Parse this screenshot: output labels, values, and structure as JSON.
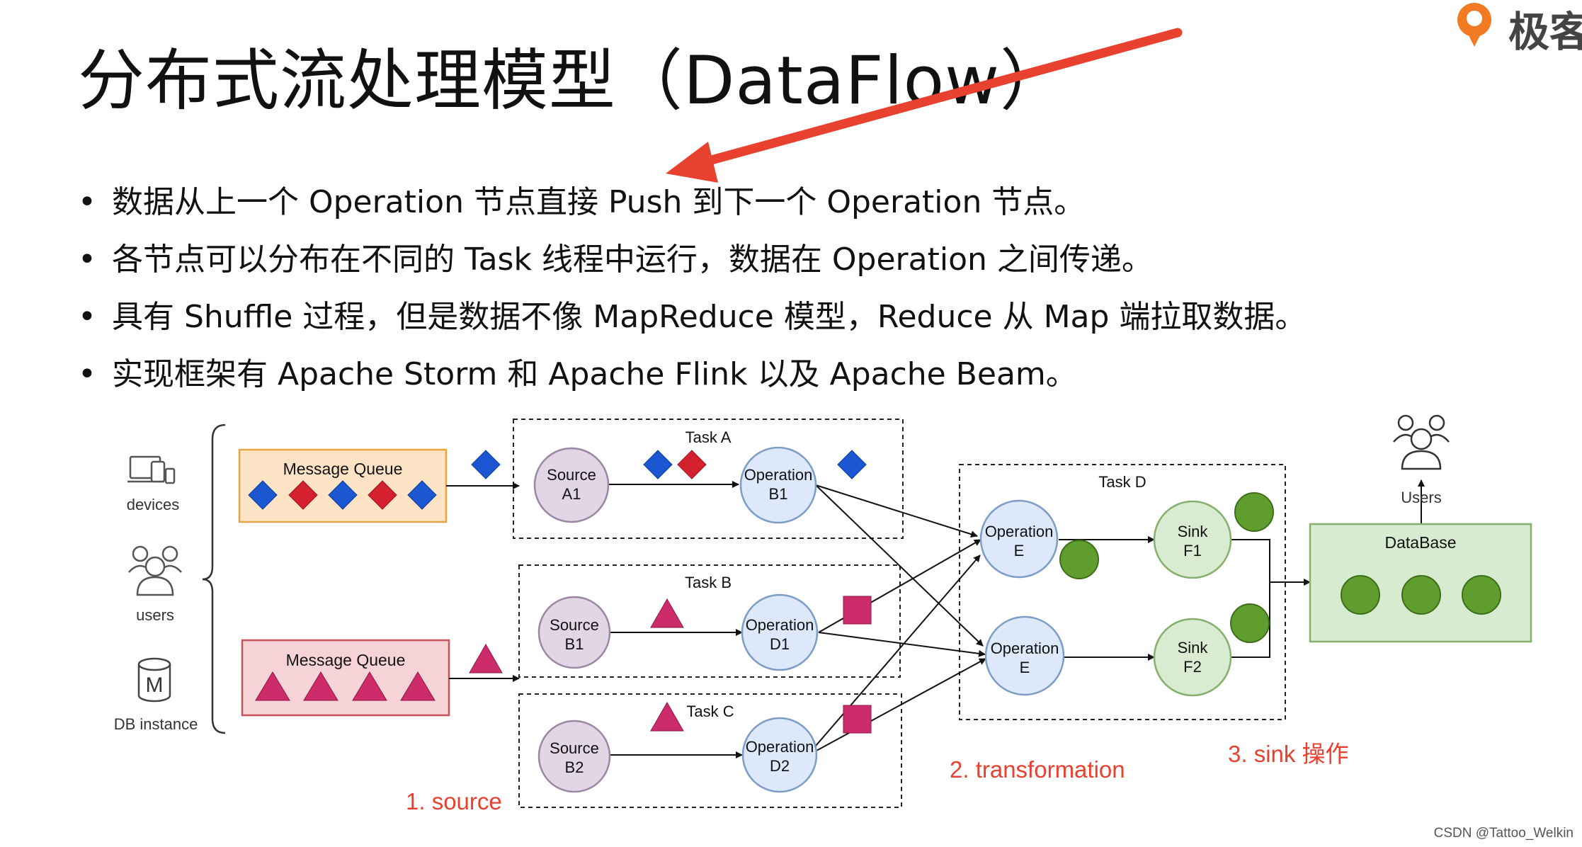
{
  "slide": {
    "title": "分布式流处理模型（DataFlow）",
    "logo_text": "极客",
    "bullets": [
      "数据从上一个 Operation 节点直接 Push 到下一个 Operation 节点。",
      "各节点可以分布在不同的 Task 线程中运行，数据在 Operation 之间传递。",
      "具有 Shuffle 过程，但是数据不像 MapReduce 模型，Reduce 从 Map 端拉取数据。",
      "实现框架有 Apache Storm 和 Apache Flink 以及 Apache Beam。"
    ],
    "watermark": "CSDN @Tattoo_Welkin"
  },
  "diagram": {
    "sources": {
      "devices": "devices",
      "users": "users",
      "db": "DB instance",
      "db_glyph": "M"
    },
    "queues": {
      "queue1": "Message Queue",
      "queue2": "Message Queue"
    },
    "tasks": {
      "a": "Task A",
      "b": "Task B",
      "c": "Task C",
      "d": "Task D"
    },
    "nodes": {
      "source_a1": [
        "Source",
        "A1"
      ],
      "operation_b1": [
        "Operation",
        "B1"
      ],
      "source_b1": [
        "Source",
        "B1"
      ],
      "operation_d1": [
        "Operation",
        "D1"
      ],
      "source_b2": [
        "Source",
        "B2"
      ],
      "operation_d2": [
        "Operation",
        "D2"
      ],
      "operation_e1": [
        "Operation",
        "E"
      ],
      "operation_e2": [
        "Operation",
        "E"
      ],
      "sink_f1": [
        "Sink",
        "F1"
      ],
      "sink_f2": [
        "Sink",
        "F2"
      ]
    },
    "database": "DataBase",
    "users_label": "Users",
    "stages": {
      "source": "1. source",
      "transformation": "2. transformation",
      "sink": "3. sink 操作"
    }
  },
  "colors": {
    "accent_red": "#e84130",
    "queue1_fill": "#fde3c5",
    "queue1_stroke": "#e8a443",
    "queue2_fill": "#f5d3d6",
    "queue2_stroke": "#c9535d",
    "purple_node": "#e2d6e6",
    "purple_stroke": "#9b86a3",
    "blue_node": "#dde9fa",
    "blue_stroke": "#7d9cc6",
    "green_node": "#d9ecd1",
    "green_stroke": "#86b06e",
    "db_fill": "#d7ebd0",
    "db_stroke": "#86b06e",
    "green_dot": "#5f9d2f",
    "blue_diamond": "#1b57d0",
    "red_diamond": "#d3212f",
    "magenta": "#cd2c6a"
  }
}
